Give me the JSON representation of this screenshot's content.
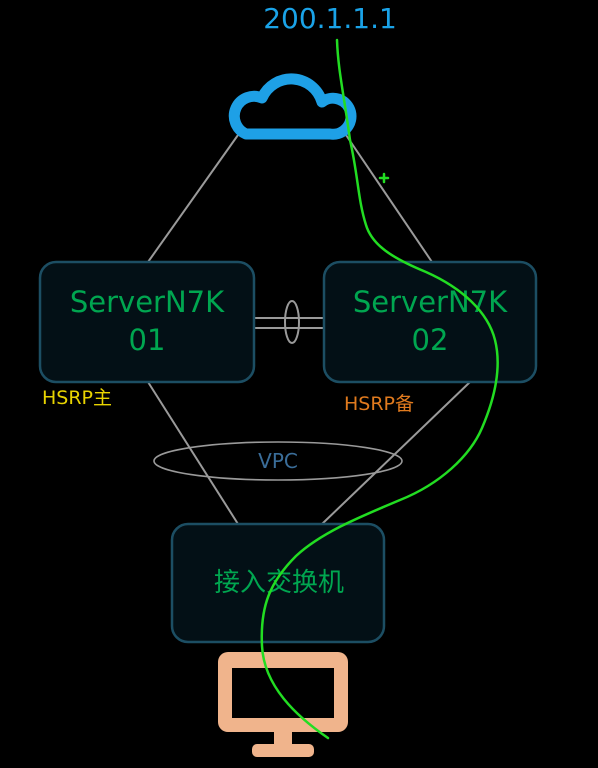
{
  "diagram": {
    "ip_label": "200.1.1.1",
    "nodes": {
      "router1": {
        "line1": "ServerN7K",
        "line2": "01"
      },
      "router2": {
        "line1": "ServerN7K",
        "line2": "02"
      },
      "access_switch": {
        "label": "接入交换机"
      }
    },
    "hsrp_primary_label": "HSRP主",
    "hsrp_standby_label": "HSRP备",
    "vpc_label": "VPC",
    "icons": {
      "internet": "cloud-icon",
      "endpoint": "computer-monitor-icon"
    }
  },
  "colors": {
    "background": "#000000",
    "ip_label": "#1aa3e8",
    "cloud": "#1ea0e6",
    "node_text": "#00a650",
    "node_border": "#1c4e63",
    "node_fill": "#031016",
    "link_line": "#9a9a9a",
    "hsrp_primary": "#e8d400",
    "hsrp_standby": "#e07a1e",
    "vpc_text": "#3a6d99",
    "monitor": "#f0b48c",
    "annotation": "#22dd22"
  }
}
